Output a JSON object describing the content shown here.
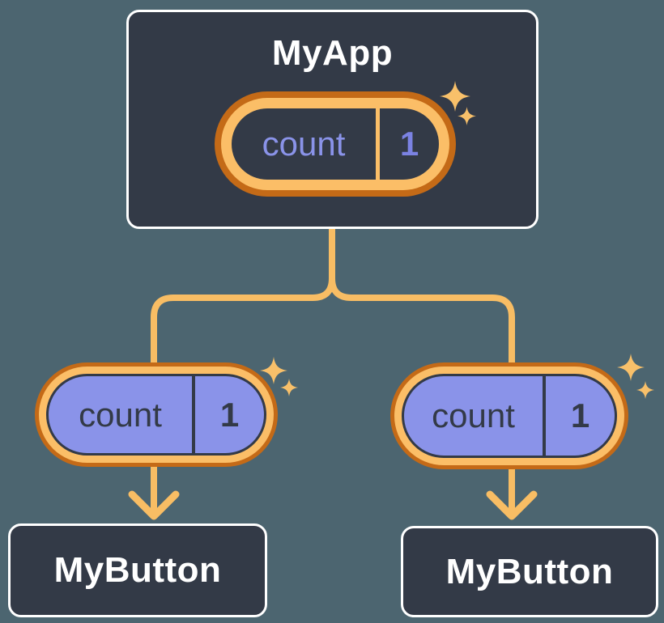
{
  "diagram": {
    "parent": {
      "label": "MyApp",
      "state_pill": {
        "name": "count",
        "value": "1"
      }
    },
    "children": [
      {
        "label": "MyButton",
        "prop_pill": {
          "name": "count",
          "value": "1"
        }
      },
      {
        "label": "MyButton",
        "prop_pill": {
          "name": "count",
          "value": "1"
        }
      }
    ],
    "icons": {
      "sparkle": "four-pointed-star",
      "arrow": "chevron-down-arrow"
    },
    "colors": {
      "canvas_background": "#4C6570",
      "card_background": "#333A47",
      "card_border": "#FFFFFF",
      "card_text": "#FFFFFF",
      "ring_outer_orange": "#C46A17",
      "ring_inner_orange": "#FBBE67",
      "connector_orange": "#F8BD64",
      "sparkle_orange": "#F8C06A",
      "state_name_purple": "#8A93E9",
      "state_value_purple": "#7B82E3",
      "prop_fill_purple": "#8A93E9",
      "prop_text_dark": "#333A47"
    }
  }
}
